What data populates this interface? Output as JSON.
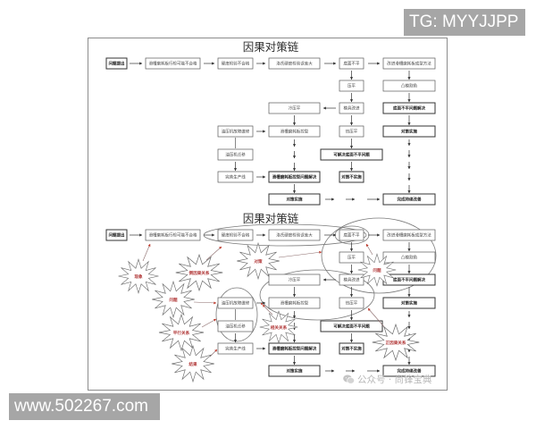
{
  "watermarks": {
    "top_right": "TG: MYYJJPP",
    "bottom_left": "www.502267.com",
    "wechat_label": "公众号 · 尚锋宝典",
    "wechat_icon": "wechat-icon"
  },
  "colors": {
    "box_stroke": "#5a5a5a",
    "annotation_text": "#b23a3a",
    "annotation_arrow": "#c0392b",
    "watermark_bg": "#a6a6a6",
    "frame": "#8c8c8c"
  },
  "diagram_top": {
    "title": "因果对策链",
    "nodes": {
      "problem": "问题提出",
      "may_fail": "滑槽磨耗板行检可能不合格",
      "hardness_fail": "硬度检验不合格",
      "rockwell_error": "洛氏硬度检验误差大",
      "bottom_uneven": "底面不平",
      "improve_method": "改进滑槽磨耗板成型方法",
      "press_flat": "压平",
      "punch_corner": "凸模割角",
      "cold_press": "冷压平",
      "mold_improve": "模具改进",
      "uneven_solved": "底面不平问题解决",
      "press_repair": "油压机故障维修",
      "plate_control": "滑槽磨耗板控型",
      "hot_press": "热压平",
      "measure_impl_right": "对策实施",
      "press_move": "油压机迁移",
      "can_solve_uneven": "可解决底面不平问题",
      "improve_line": "完善生产线",
      "control_solved": "滑槽磨耗板控型问题解决",
      "measure_not_impl": "对策不实施",
      "measure_impl": "对策实施",
      "continuous_improve": "完成持续改善"
    }
  },
  "diagram_bottom": {
    "title": "因果对策链",
    "nodes": {
      "problem": "问题提出",
      "may_fail": "滑槽磨耗板行检可能不合格",
      "hardness_fail": "硬度检验不合格",
      "rockwell_error": "洛氏硬度检验误差大",
      "bottom_uneven": "底面不平",
      "improve_method": "改进滑槽磨耗板成型方法",
      "press_flat": "压平",
      "punch_corner": "凸模割角",
      "cold_press": "冷压平",
      "mold_improve": "模具改进",
      "uneven_solved": "底面不平问题解决",
      "press_repair": "油压机故障维修",
      "plate_control": "滑槽磨耗板控型",
      "hot_press": "热压平",
      "measure_impl_right": "对策实施",
      "press_move": "油压机迁移",
      "can_solve_uneven": "可解决底面不平问题",
      "improve_line": "完善生产线",
      "control_solved": "滑槽磨耗板控型问题解决",
      "measure_not_impl": "对策不实施",
      "measure_impl": "对策实施",
      "continuous_improve": "完成持续改善"
    },
    "annotations": [
      {
        "label": "现象"
      },
      {
        "label": "倒因果关系"
      },
      {
        "label": "对策"
      },
      {
        "label": "问题"
      },
      {
        "label": "平行关系"
      },
      {
        "label": "结果"
      },
      {
        "label": "相关关系"
      },
      {
        "label": "问题"
      },
      {
        "label": "正因果关系"
      }
    ]
  }
}
